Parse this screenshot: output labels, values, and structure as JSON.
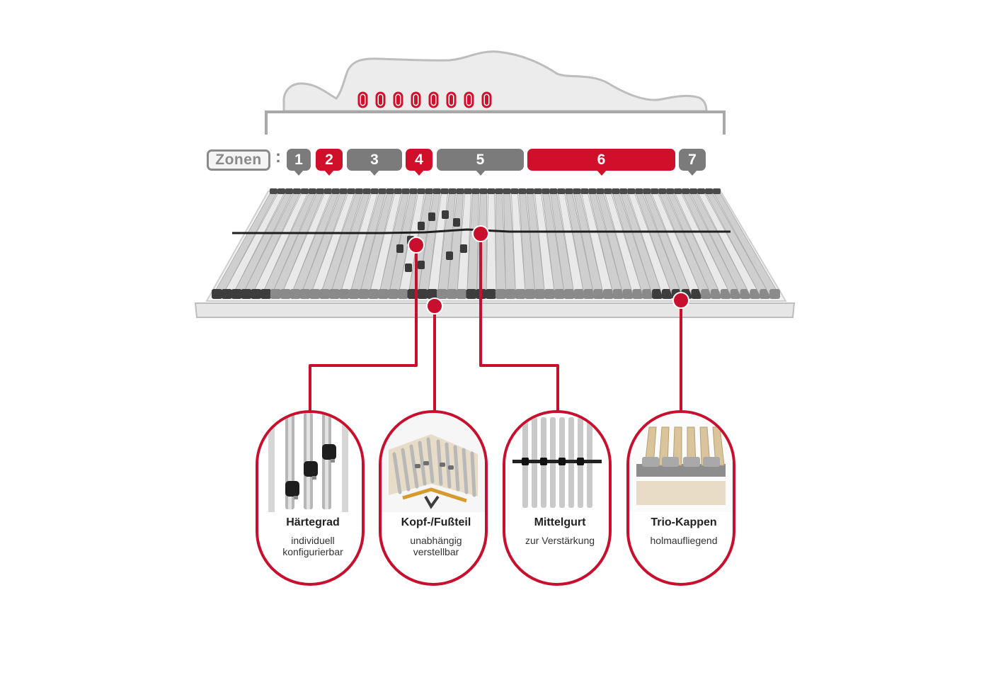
{
  "zones": {
    "label": "Zonen",
    "separator": ":",
    "items": [
      {
        "label": "1",
        "color": "gray"
      },
      {
        "label": "2",
        "color": "red"
      },
      {
        "label": "3",
        "color": "gray"
      },
      {
        "label": "4",
        "color": "red"
      },
      {
        "label": "5",
        "color": "gray"
      },
      {
        "label": "6",
        "color": "red"
      },
      {
        "label": "7",
        "color": "gray"
      }
    ]
  },
  "features": [
    {
      "title": "Härtegrad",
      "desc1": "individuell",
      "desc2": "konfigurierbar",
      "icon": "adjustable-slat-caps-icon"
    },
    {
      "title": "Kopf-/Fußteil",
      "desc1": "unabhängig",
      "desc2": "verstellbar",
      "icon": "adjustable-headrest-icon"
    },
    {
      "title": "Mittelgurt",
      "desc1": "zur Verstärkung",
      "desc2": "",
      "icon": "center-strap-icon"
    },
    {
      "title": "Trio-Kappen",
      "desc1": "holmaufliegend",
      "desc2": "",
      "icon": "trio-caps-icon"
    }
  ],
  "colors": {
    "accent": "#c8102e",
    "zone_gray": "#7b7b7b",
    "silhouette_fill": "#ececec",
    "silhouette_stroke": "#bdbdbd"
  }
}
